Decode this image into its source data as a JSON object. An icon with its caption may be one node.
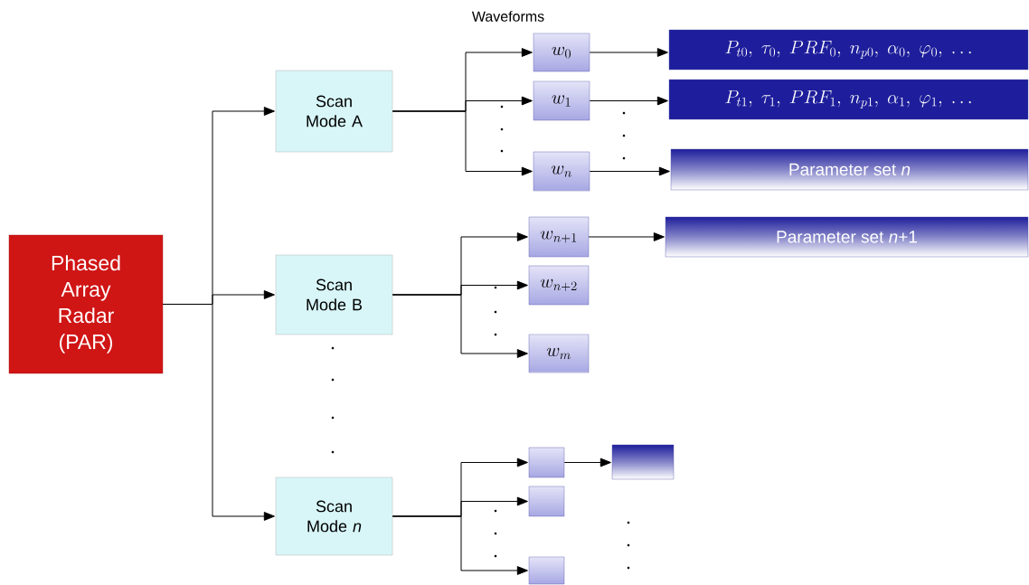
{
  "diagram": {
    "nodes": [
      {
        "text": [
          "Phased Array Radar (PAR)"
        ]
      },
      {
        "text": [
          "Scan Mode A"
        ]
      },
      {
        "text": [
          "Scan Mode B"
        ]
      },
      {
        "text": [
          "Scan Mode *n*"
        ]
      },
      {
        "text": [
          "w_0"
        ]
      },
      {
        "text": [
          "w_1"
        ]
      },
      {
        "text": [
          "w_n"
        ]
      },
      {
        "text": [
          "w_{n+1}"
        ]
      },
      {
        "text": [
          "w_{n+2}"
        ]
      },
      {
        "text": [
          "w_m"
        ]
      },
      {
        "text": [],
        "shape": "box"
      },
      {
        "text": [],
        "shape": "box"
      },
      {
        "text": [],
        "shape": "box"
      },
      {
        "text": [
          "P_{t0},\\ \\tau_0,\\ PRF_0,\\ n_{p0},\\ \\alpha_0,\\ \\varphi_0,\\ \\ldots"
        ]
      },
      {
        "text": [
          "P_{t1},\\ \\tau_1,\\ PRF_1,\\ n_{p1},\\ \\alpha_1,\\ \\varphi_1,\\ \\ldots"
        ]
      },
      {
        "text": [
          "Parameter set *n*"
        ]
      },
      {
        "text": [
          "Parameter set *n*+1"
        ]
      },
      {
        "text": [],
        "shape": "box"
      }
    ],
    "edges": [
      {
        "from": 0,
        "to": 1,
        "arrow": "to"
      },
      {
        "from": 0,
        "to": 2,
        "arrow": "to"
      },
      {
        "from": 0,
        "to": 3,
        "arrow": "to"
      },
      {
        "from": 1,
        "to": 4,
        "arrow": "to"
      },
      {
        "from": 1,
        "to": 5,
        "arrow": "to"
      },
      {
        "from": 1,
        "to": 6,
        "arrow": "to"
      },
      {
        "from": 2,
        "to": 7,
        "arrow": "to"
      },
      {
        "from": 2,
        "to": 8,
        "arrow": "to"
      },
      {
        "from": 2,
        "to": 9,
        "arrow": "to"
      },
      {
        "from": 3,
        "to": 10,
        "arrow": "to"
      },
      {
        "from": 3,
        "to": 11,
        "arrow": "to"
      },
      {
        "from": 3,
        "to": 12,
        "arrow": "to"
      },
      {
        "from": 4,
        "to": 13,
        "arrow": "to"
      },
      {
        "from": 5,
        "to": 14,
        "arrow": "to"
      },
      {
        "from": 6,
        "to": 15,
        "arrow": "to"
      },
      {
        "from": 7,
        "to": 16,
        "arrow": "to"
      },
      {
        "from": 10,
        "to": 17,
        "arrow": "to"
      }
    ],
    "labels": [
      "Waveforms"
    ]
  }
}
